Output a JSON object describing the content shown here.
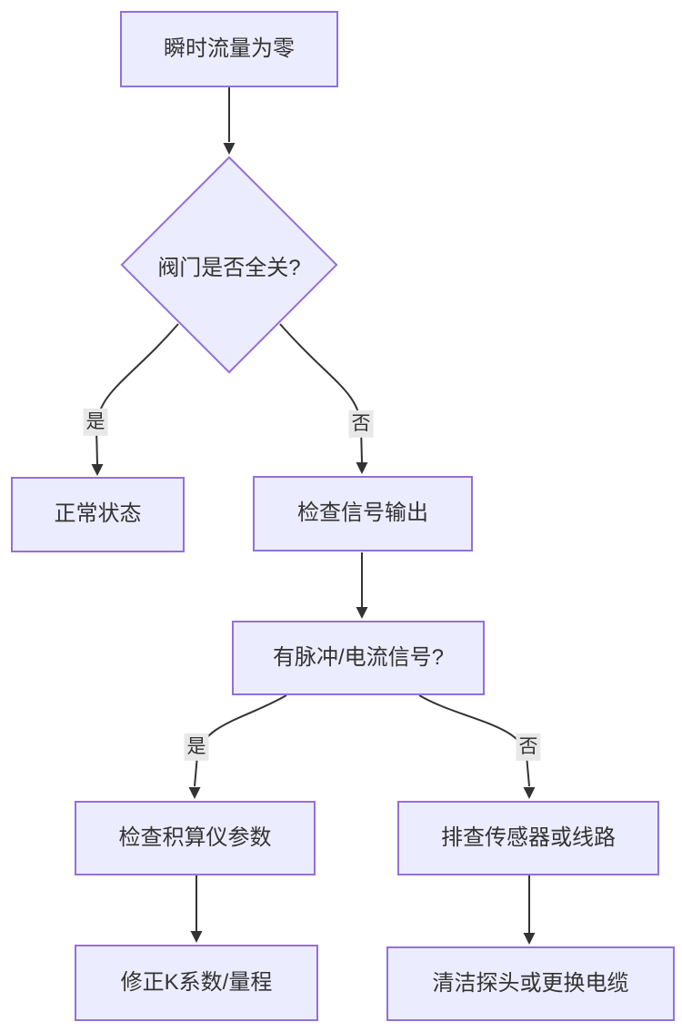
{
  "diagram": {
    "type": "flowchart",
    "colors": {
      "background": "#ffffff",
      "node_fill": "#ECECFF",
      "node_border": "#9370DB",
      "edge_line": "#333333",
      "edge_label_bg": "#e8e8e8",
      "text": "#333333"
    },
    "nodes": {
      "start": {
        "label": "瞬时流量为零",
        "shape": "rect"
      },
      "valve": {
        "label": "阀门是否全关?",
        "shape": "diamond"
      },
      "normal": {
        "label": "正常状态",
        "shape": "rect"
      },
      "signal": {
        "label": "检查信号输出",
        "shape": "rect"
      },
      "pulse": {
        "label": "有脉冲/电流信号?",
        "shape": "rect"
      },
      "totalizer": {
        "label": "检查积算仪参数",
        "shape": "rect"
      },
      "sensor": {
        "label": "排查传感器或线路",
        "shape": "rect"
      },
      "fixk": {
        "label": "修正K系数/量程",
        "shape": "rect"
      },
      "clean": {
        "label": "清洁探头或更换电缆",
        "shape": "rect"
      }
    },
    "edges": {
      "start_valve": {
        "label": ""
      },
      "valve_normal": {
        "label": "是"
      },
      "valve_signal": {
        "label": "否"
      },
      "signal_pulse": {
        "label": ""
      },
      "pulse_totalizer": {
        "label": "是"
      },
      "pulse_sensor": {
        "label": "否"
      },
      "totalizer_fixk": {
        "label": ""
      },
      "sensor_clean": {
        "label": ""
      }
    }
  }
}
